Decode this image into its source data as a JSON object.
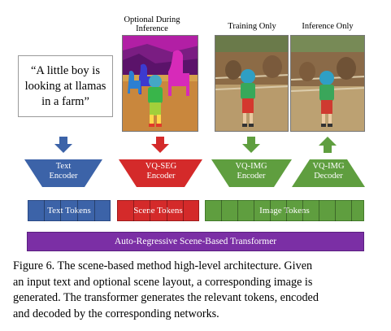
{
  "quote": {
    "lines": [
      "“A little boy is",
      "looking at llamas",
      "in a farm”"
    ]
  },
  "image_labels": {
    "scene": [
      "Optional During",
      "Inference"
    ],
    "training": "Training Only",
    "inference": "Inference Only"
  },
  "encoders": {
    "text": [
      "Text",
      "Encoder"
    ],
    "seg": [
      "VQ-SEG",
      "Encoder"
    ],
    "img_enc": [
      "VQ-IMG",
      "Encoder"
    ],
    "img_dec": [
      "VQ-IMG",
      "Decoder"
    ]
  },
  "tokens": {
    "text": "Text Tokens",
    "scene": "Scene Tokens",
    "image": "Image Tokens"
  },
  "transformer": "Auto-Regressive Scene-Based Transformer",
  "caption": {
    "lines": [
      "Figure 6. The scene-based method high-level architecture. Given",
      "an input text and optional scene layout, a corresponding image is",
      "generated. The transformer generates the relevant tokens, encoded",
      "and decoded by the corresponding networks."
    ]
  },
  "colors": {
    "text_blue": "#3c63a8",
    "scene_red": "#d42a2a",
    "image_green": "#5f9e3f",
    "transformer_purple": "#7b2fa5"
  }
}
